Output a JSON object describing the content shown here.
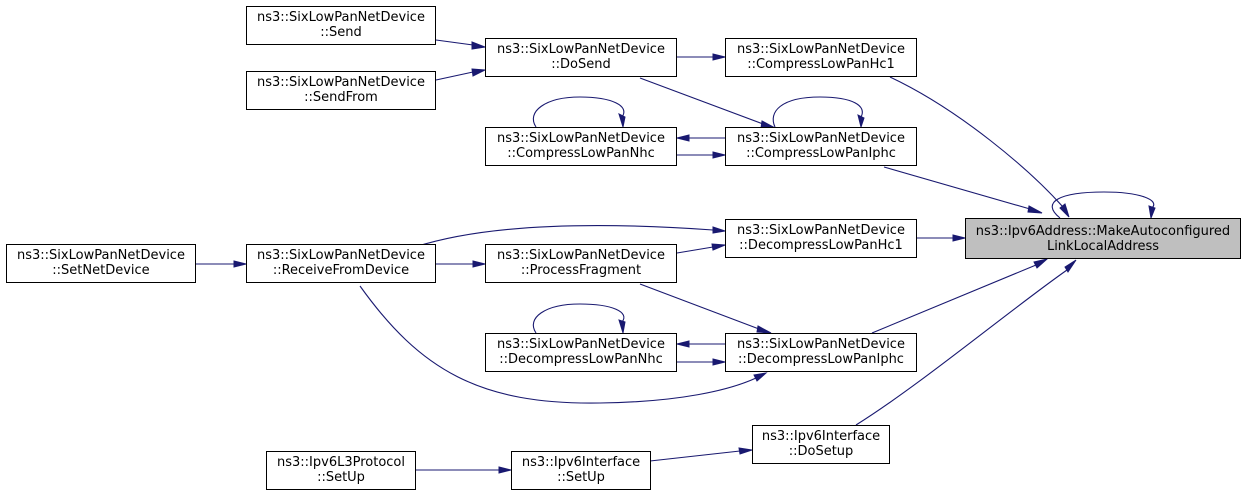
{
  "colors": {
    "edge": "#191970",
    "node_border": "#000000",
    "root_fill": "#bfbfbf",
    "node_fill": "#ffffff"
  },
  "nodes": {
    "root": [
      "ns3::Ipv6Address::MakeAutoconfigured",
      "LinkLocalAddress"
    ],
    "send": [
      "ns3::SixLowPanNetDevice",
      "::Send"
    ],
    "sendfrom": [
      "ns3::SixLowPanNetDevice",
      "::SendFrom"
    ],
    "dosend": [
      "ns3::SixLowPanNetDevice",
      "::DoSend"
    ],
    "hc1": [
      "ns3::SixLowPanNetDevice",
      "::CompressLowPanHc1"
    ],
    "nhc": [
      "ns3::SixLowPanNetDevice",
      "::CompressLowPanNhc"
    ],
    "iphc": [
      "ns3::SixLowPanNetDevice",
      "::CompressLowPanIphc"
    ],
    "setnetdevice": [
      "ns3::SixLowPanNetDevice",
      "::SetNetDevice"
    ],
    "receive": [
      "ns3::SixLowPanNetDevice",
      "::ReceiveFromDevice"
    ],
    "dhc1": [
      "ns3::SixLowPanNetDevice",
      "::DecompressLowPanHc1"
    ],
    "fragment": [
      "ns3::SixLowPanNetDevice",
      "::ProcessFragment"
    ],
    "dnhc": [
      "ns3::SixLowPanNetDevice",
      "::DecompressLowPanNhc"
    ],
    "diphc": [
      "ns3::SixLowPanNetDevice",
      "::DecompressLowPanIphc"
    ],
    "l3setup": [
      "ns3::Ipv6L3Protocol",
      "::SetUp"
    ],
    "ifsetup": [
      "ns3::Ipv6Interface",
      "::SetUp"
    ],
    "ifdosetup": [
      "ns3::Ipv6Interface",
      "::DoSetup"
    ]
  }
}
